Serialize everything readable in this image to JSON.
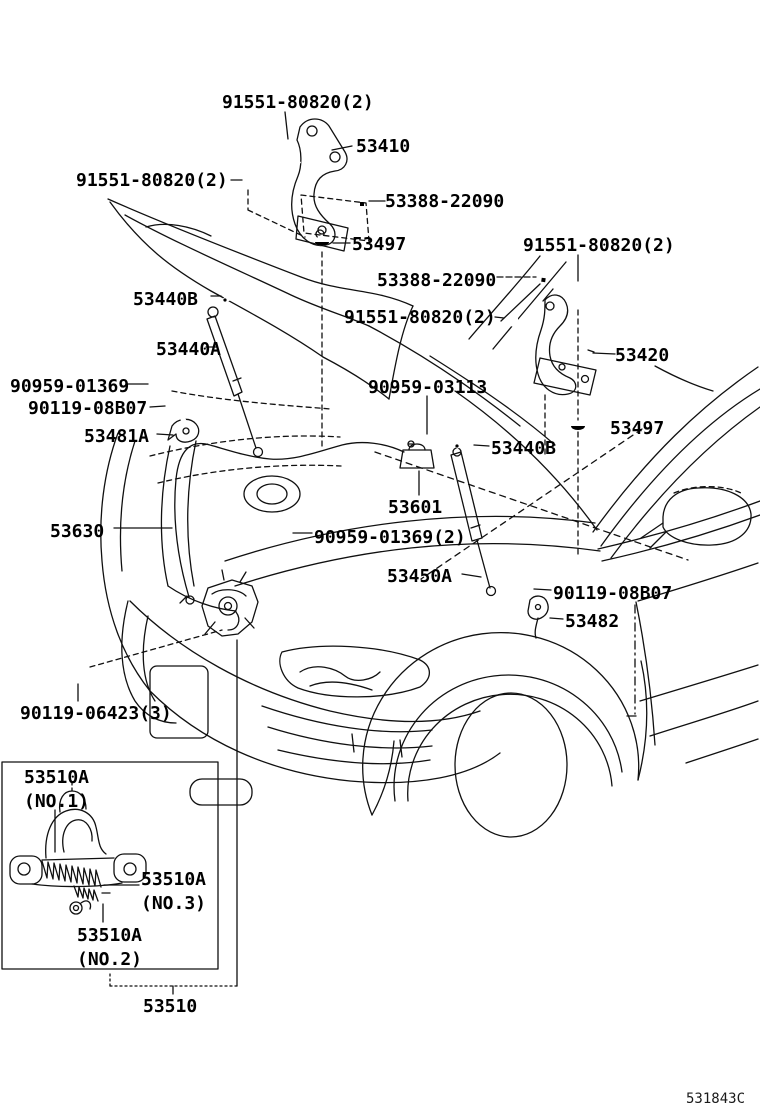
{
  "diagram": {
    "title_hint": "hood lock and hinge parts diagram",
    "drawing_code": "531843C",
    "line_color": "#101010",
    "background_color": "#ffffff"
  },
  "labels": [
    {
      "id": "91551-80820-top",
      "text": "91551-80820(2)"
    },
    {
      "id": "53410",
      "text": "53410"
    },
    {
      "id": "91551-80820-left",
      "text": "91551-80820(2)"
    },
    {
      "id": "53388-22090-top",
      "text": "53388-22090"
    },
    {
      "id": "53497-top",
      "text": "53497"
    },
    {
      "id": "91551-80820-right",
      "text": "91551-80820(2)"
    },
    {
      "id": "53388-22090-mid",
      "text": "53388-22090"
    },
    {
      "id": "53440B-left",
      "text": "53440B"
    },
    {
      "id": "91551-80820-mid",
      "text": "91551-80820(2)"
    },
    {
      "id": "53440A",
      "text": "53440A"
    },
    {
      "id": "90959-01369",
      "text": "90959-01369"
    },
    {
      "id": "90119-08B07-left",
      "text": "90119-08B07"
    },
    {
      "id": "53481A",
      "text": "53481A"
    },
    {
      "id": "90959-03113",
      "text": "90959-03113"
    },
    {
      "id": "53420",
      "text": "53420"
    },
    {
      "id": "53497-right",
      "text": "53497"
    },
    {
      "id": "53440B-right",
      "text": "53440B"
    },
    {
      "id": "53601",
      "text": "53601"
    },
    {
      "id": "53630",
      "text": "53630"
    },
    {
      "id": "90959-01369-2",
      "text": "90959-01369(2)"
    },
    {
      "id": "53450A",
      "text": "53450A"
    },
    {
      "id": "90119-08B07-right",
      "text": "90119-08B07"
    },
    {
      "id": "53482",
      "text": "53482"
    },
    {
      "id": "90119-06423",
      "text": "90119-06423(3)"
    },
    {
      "id": "53510A-no1-l1",
      "text": "53510A"
    },
    {
      "id": "53510A-no1-l2",
      "text": "(NO.1)"
    },
    {
      "id": "53510A-no3-l1",
      "text": "53510A"
    },
    {
      "id": "53510A-no3-l2",
      "text": "(NO.3)"
    },
    {
      "id": "53510A-no2-l1",
      "text": "53510A"
    },
    {
      "id": "53510A-no2-l2",
      "text": "(NO.2)"
    },
    {
      "id": "53510",
      "text": "53510"
    },
    {
      "id": "drawing-code",
      "text": "531843C"
    }
  ]
}
